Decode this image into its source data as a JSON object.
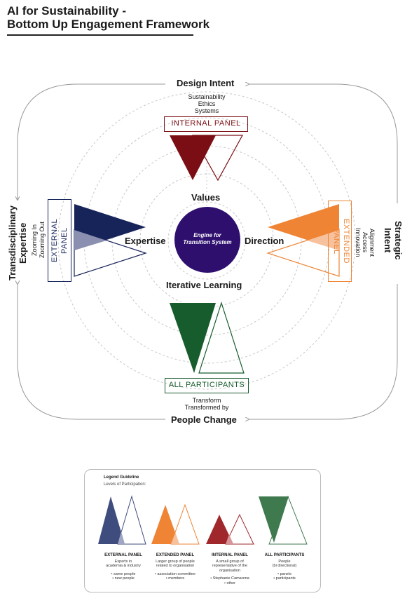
{
  "title": {
    "line1": "AI for Sustainability -",
    "line2": "Bottom Up Engagement Framework"
  },
  "top": {
    "label": "Design Intent",
    "items": [
      "Sustainability",
      "Ethics",
      "Systems"
    ],
    "panel": "INTERNAL PANEL"
  },
  "left": {
    "label_line1": "Transdisciplinary",
    "label_line2": "Expertise",
    "items": [
      "Zooming In",
      "Zooming Out"
    ],
    "panel_line1": "EXTERNAL",
    "panel_line2": "PANEL"
  },
  "right": {
    "label_line1": "Strategic",
    "label_line2": "Intent",
    "items": [
      "Alignment",
      "Access",
      "Innovation"
    ],
    "panel_line1": "EXTENDED",
    "panel_line2": "PANEL"
  },
  "bottom": {
    "label": "People Change",
    "items": [
      "Transform",
      "Transformed by"
    ],
    "panel": "ALL PARTICIPANTS"
  },
  "center": {
    "line1": "Engine for",
    "line2": "Transition System",
    "values": "Values",
    "expertise": "Expertise",
    "direction": "Direction",
    "learning": "Iterative Learning"
  },
  "colors": {
    "internal": "#7a0e14",
    "external": "#17245a",
    "extended": "#ee8434",
    "participants": "#165c2c",
    "engine": "#2e0f6e"
  },
  "legend": {
    "title": "Legend Guideline",
    "subtitle": "Levels of Participation:",
    "columns": [
      {
        "title": "EXTERNAL PANEL",
        "desc": [
          "Experts in",
          "academia & industry"
        ],
        "bullets": [
          "same people",
          "new people"
        ]
      },
      {
        "title": "EXTENDED PANEL",
        "desc": [
          "Larger group of people",
          "related to organisation"
        ],
        "bullets": [
          "association committee",
          "members"
        ]
      },
      {
        "title": "INTERNAL PANEL",
        "desc": [
          "A small group of",
          "representative of the",
          "organisation"
        ],
        "bullets": [
          "Stephanie Camarena",
          "other"
        ]
      },
      {
        "title": "ALL PARTICIPANTS",
        "desc": [
          "People",
          "(bi directional)"
        ],
        "bullets": [
          "panels",
          "participants"
        ]
      }
    ]
  }
}
